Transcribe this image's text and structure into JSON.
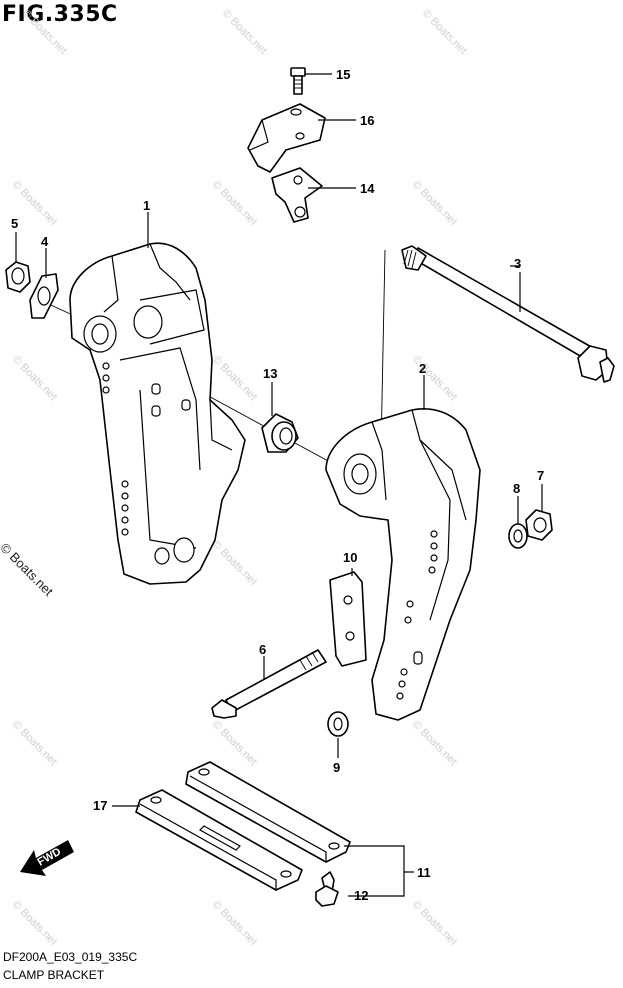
{
  "figure": {
    "title": "FIG.335C",
    "diagram_code": "DF200A_E03_019_335C",
    "diagram_name": "CLAMP BRACKET"
  },
  "watermark": {
    "text": "© Boats.net",
    "side_text": "© Boats.net"
  },
  "direction_marker": {
    "label": "FWD"
  },
  "callouts": [
    {
      "id": "1",
      "label": "1"
    },
    {
      "id": "2",
      "label": "2"
    },
    {
      "id": "3",
      "label": "3"
    },
    {
      "id": "4",
      "label": "4"
    },
    {
      "id": "5",
      "label": "5"
    },
    {
      "id": "6",
      "label": "6"
    },
    {
      "id": "7",
      "label": "7"
    },
    {
      "id": "8",
      "label": "8"
    },
    {
      "id": "9",
      "label": "9"
    },
    {
      "id": "10",
      "label": "10"
    },
    {
      "id": "11",
      "label": "11"
    },
    {
      "id": "12",
      "label": "12"
    },
    {
      "id": "13",
      "label": "13"
    },
    {
      "id": "14",
      "label": "14"
    },
    {
      "id": "15",
      "label": "15"
    },
    {
      "id": "16",
      "label": "16"
    },
    {
      "id": "17",
      "label": "17"
    }
  ]
}
